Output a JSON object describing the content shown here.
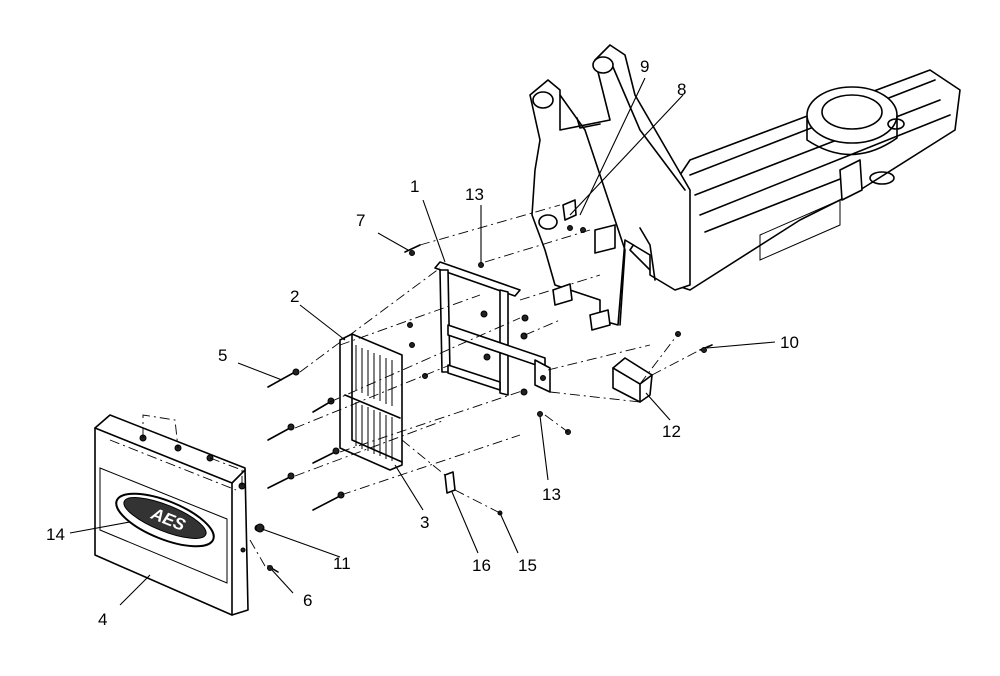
{
  "diagram": {
    "logo_text": "AES",
    "callouts": [
      {
        "id": "c1",
        "label": "1"
      },
      {
        "id": "c2",
        "label": "2"
      },
      {
        "id": "c3",
        "label": "3"
      },
      {
        "id": "c4",
        "label": "4"
      },
      {
        "id": "c5",
        "label": "5"
      },
      {
        "id": "c6",
        "label": "6"
      },
      {
        "id": "c7",
        "label": "7"
      },
      {
        "id": "c8",
        "label": "8"
      },
      {
        "id": "c9",
        "label": "9"
      },
      {
        "id": "c10",
        "label": "10"
      },
      {
        "id": "c11",
        "label": "11"
      },
      {
        "id": "c12",
        "label": "12"
      },
      {
        "id": "c13a",
        "label": "13"
      },
      {
        "id": "c13b",
        "label": "13"
      },
      {
        "id": "c14",
        "label": "14"
      },
      {
        "id": "c15",
        "label": "15"
      },
      {
        "id": "c16",
        "label": "16"
      }
    ]
  }
}
